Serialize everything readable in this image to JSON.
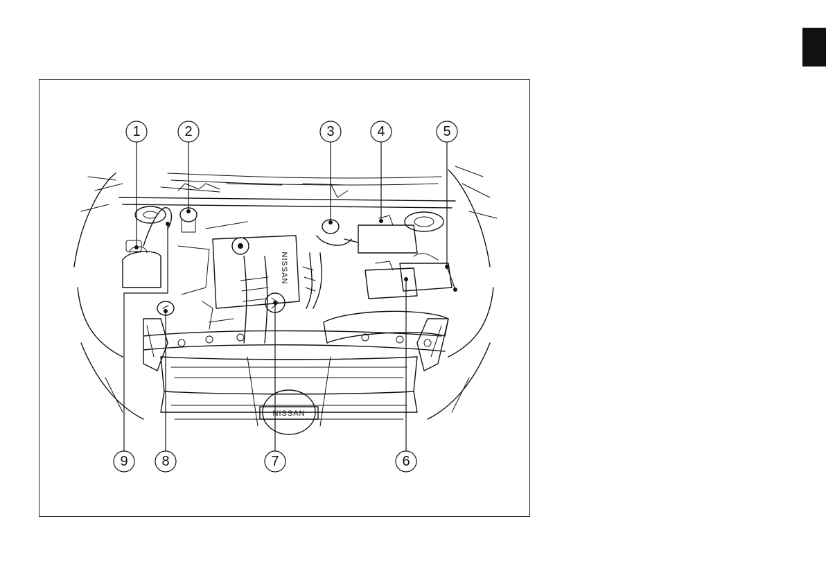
{
  "side_tab": {
    "color": "#111111"
  },
  "figure": {
    "brand_labels": {
      "engine_cover": "NISSAN",
      "grille_badge": "NISSAN"
    },
    "callouts": [
      {
        "number": "1"
      },
      {
        "number": "2"
      },
      {
        "number": "3"
      },
      {
        "number": "4"
      },
      {
        "number": "5"
      },
      {
        "number": "6"
      },
      {
        "number": "7"
      },
      {
        "number": "8"
      },
      {
        "number": "9"
      }
    ]
  }
}
